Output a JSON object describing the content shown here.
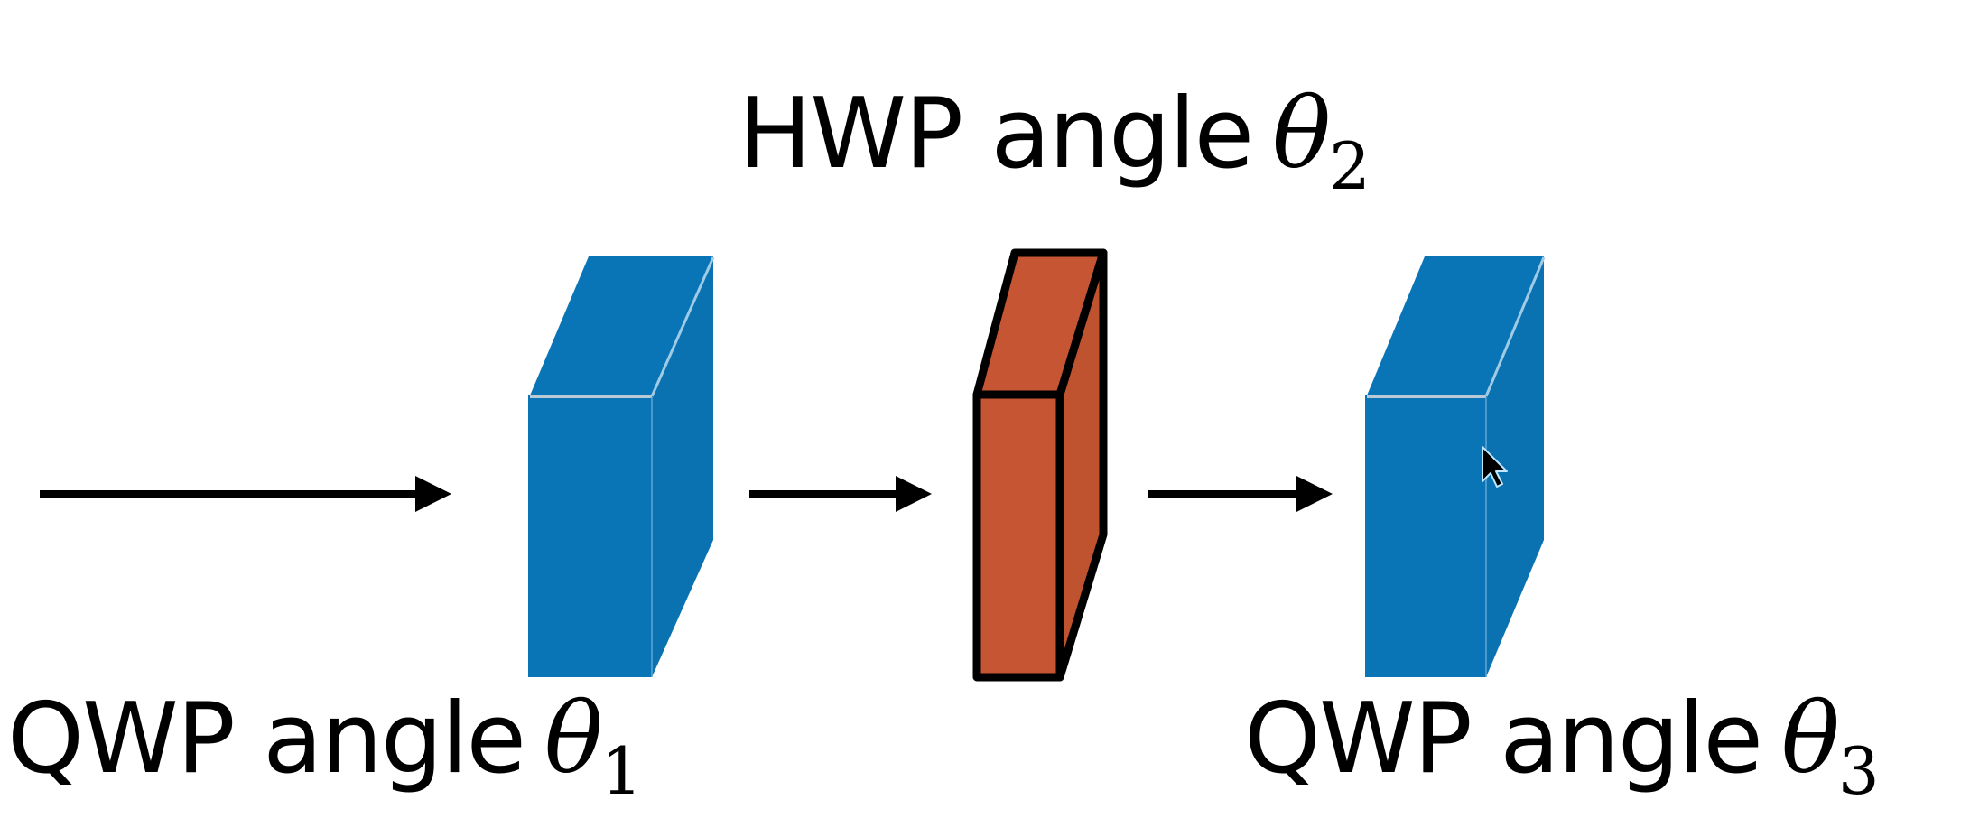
{
  "labels": {
    "hwp": {
      "text": "HWP angle",
      "symbol": "θ",
      "subscript": "2"
    },
    "qwp1": {
      "text": "QWP angle",
      "symbol": "θ",
      "subscript": "1"
    },
    "qwp3": {
      "text": "QWP angle",
      "symbol": "θ",
      "subscript": "3"
    }
  },
  "elements": [
    {
      "id": "qwp1",
      "kind": "quarter-wave-plate",
      "color": "#0a75b6",
      "edge_color": "#b9d6ea"
    },
    {
      "id": "hwp",
      "kind": "half-wave-plate",
      "color": "#c65534",
      "edge_color": "#000000"
    },
    {
      "id": "qwp3",
      "kind": "quarter-wave-plate",
      "color": "#0a75b6",
      "edge_color": "#b9d6ea"
    }
  ],
  "beam": {
    "direction": "left-to-right",
    "arrow_color": "#000000",
    "segments": [
      "input-beam",
      "qwp1-to-hwp",
      "hwp-to-qwp3"
    ]
  },
  "cursor": {
    "visible": true,
    "icon": "mouse-pointer-icon"
  }
}
